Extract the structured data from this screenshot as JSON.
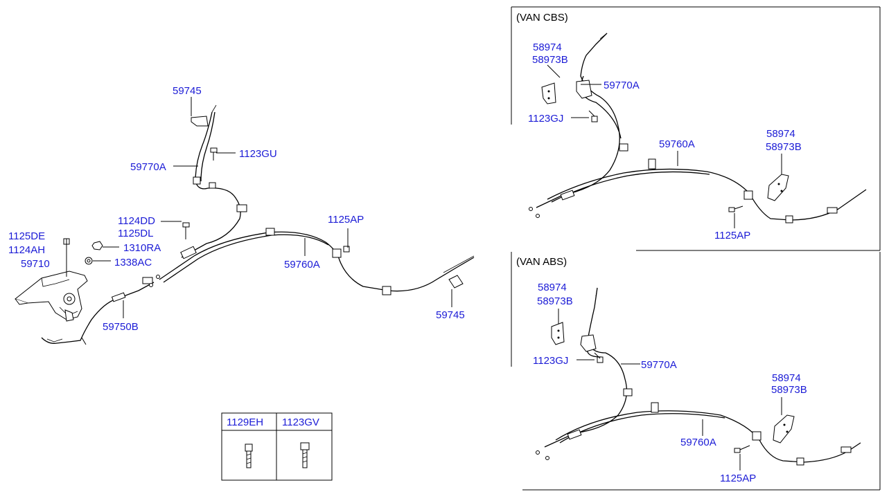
{
  "main": {
    "labels": {
      "c59745_top": "59745",
      "c1123GU": "1123GU",
      "c59770A": "59770A",
      "c1124DD": "1124DD",
      "c1125DL": "1125DL",
      "c1125DE": "1125DE",
      "c1124AH": "1124AH",
      "c59710": "59710",
      "c1310RA": "1310RA",
      "c1338AC": "1338AC",
      "c1125AP": "1125AP",
      "c59760A": "59760A",
      "c59750B": "59750B",
      "c59745_right": "59745"
    }
  },
  "van_cbs": {
    "title": "(VAN CBS)",
    "labels": {
      "c58974_a": "58974",
      "c58973B_a": "58973B",
      "c59770A": "59770A",
      "c1123GJ": "1123GJ",
      "c59760A": "59760A",
      "c58974_b": "58974",
      "c58973B_b": "58973B",
      "c1125AP": "1125AP"
    }
  },
  "van_abs": {
    "title": "(VAN ABS)",
    "labels": {
      "c58974_a": "58974",
      "c58973B_a": "58973B",
      "c1123GJ": "1123GJ",
      "c59770A": "59770A",
      "c58974_b": "58974",
      "c58973B_b": "58973B",
      "c59760A": "59760A",
      "c1125AP": "1125AP"
    }
  },
  "bolt_table": {
    "headers": [
      "1129EH",
      "1123GV"
    ]
  }
}
